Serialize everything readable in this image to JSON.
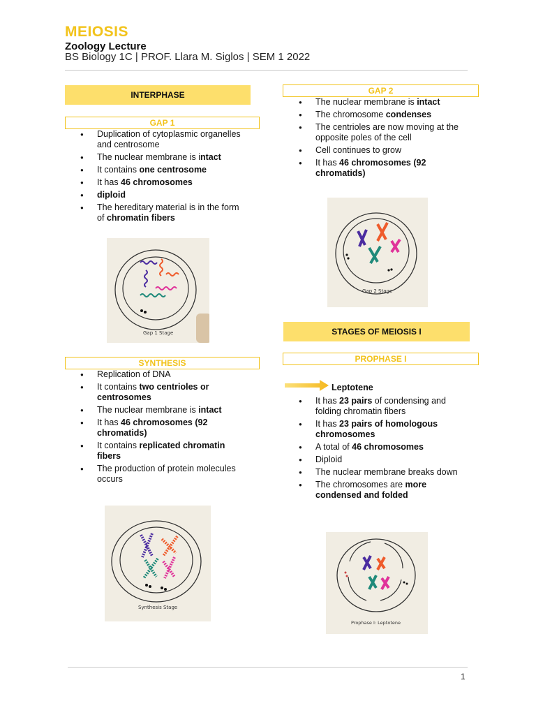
{
  "header": {
    "title": "MEIOSIS",
    "subtitle": "Zoology Lecture",
    "course_line": "BS Biology 1C | PROF. Llara M. Siglos | SEM 1 2022"
  },
  "left": {
    "interphase_banner": "INTERPHASE",
    "gap1": {
      "label": "GAP 1",
      "items": [
        [
          "Duplication of cytoplasmic organelles and centrosome"
        ],
        [
          "The nuclear membrane is i",
          "ntact"
        ],
        [
          "It contains ",
          "one centrosome"
        ],
        [
          "It has ",
          "46 chromosomes"
        ],
        [
          "",
          "diploid"
        ],
        [
          "The hereditary material is in the form of ",
          "chromatin fibers"
        ]
      ],
      "photo_caption": "Gap 1 Stage"
    },
    "synthesis": {
      "label": "SYNTHESIS",
      "items": [
        [
          "Replication of DNA"
        ],
        [
          "It contains ",
          "two centrioles or centrosomes"
        ],
        [
          "The nuclear membrane is ",
          "intact"
        ],
        [
          "It has ",
          "46 chromosomes (92 chromatids)"
        ],
        [
          "It contains ",
          "replicated chromatin fibers"
        ],
        [
          "The production of protein molecules occurs"
        ]
      ],
      "photo_caption": "Synthesis Stage"
    }
  },
  "right": {
    "gap2": {
      "label": "GAP 2",
      "items": [
        [
          "The nuclear membrane is ",
          "intact"
        ],
        [
          "The chromosome ",
          "condenses"
        ],
        [
          "The centrioles are now moving at the opposite poles of the cell"
        ],
        [
          "Cell continues to grow"
        ],
        [
          "It has ",
          "46 chromosomes (92 chromatids)"
        ]
      ],
      "photo_caption": "Gap 2 Stage"
    },
    "stages_banner": "STAGES OF MEIOSIS I",
    "prophase1": {
      "label": "PROPHASE I",
      "substage": "Leptotene",
      "items": [
        [
          "It has ",
          "23 pairs",
          " of condensing and folding chromatin fibers"
        ],
        [
          "It has ",
          "23 pairs of homologous chromosomes"
        ],
        [
          "A total of ",
          "46 chromosomes"
        ],
        [
          "Diploid"
        ],
        [
          "The nuclear membrane breaks down"
        ],
        [
          "The chromosomes are ",
          "more condensed and folded"
        ]
      ],
      "photo_caption": "Prophase I: Leptotene"
    }
  },
  "footer": {
    "page_number": "1"
  },
  "colors": {
    "accent": "#f2c31b",
    "banner_fill": "#fddf6c"
  }
}
